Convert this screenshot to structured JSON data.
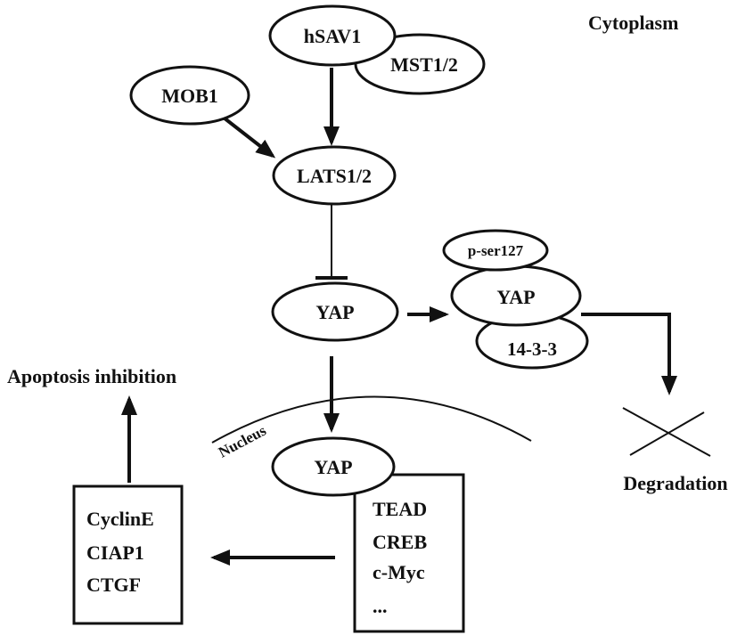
{
  "labels": {
    "cytoplasm": "Cytoplasm",
    "nucleus": "Nucleus",
    "apoptosis": "Apoptosis inhibition",
    "degradation": "Degradation"
  },
  "nodes": {
    "hsav1": "hSAV1",
    "mst": "MST1/2",
    "mob1": "MOB1",
    "lats": "LATS1/2",
    "yap_center": "YAP",
    "pser": "p-ser127",
    "yap_right": "YAP",
    "protein1433": "14-3-3",
    "yap_nucleus": "YAP"
  },
  "nucleus_box": [
    "TEAD",
    "CREB",
    "c-Myc",
    "..."
  ],
  "target_box": [
    "CyclinE",
    "CIAP1",
    "CTGF"
  ]
}
